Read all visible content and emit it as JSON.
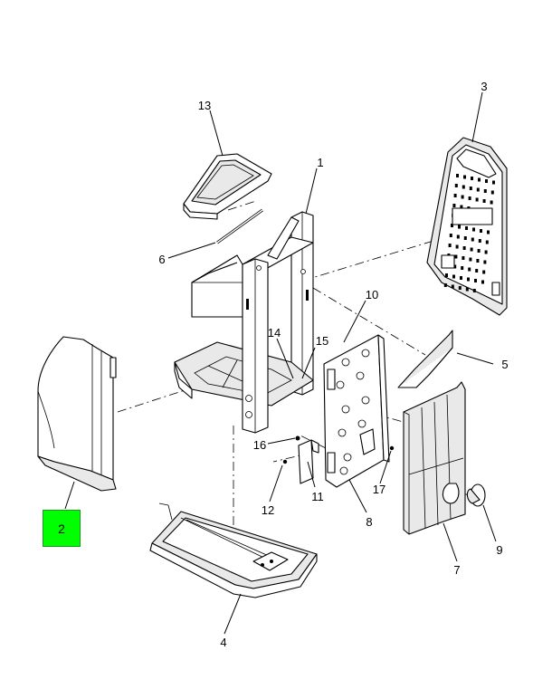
{
  "callouts": {
    "c1": "1",
    "c2": "2",
    "c3": "3",
    "c4": "4",
    "c5": "5",
    "c6": "6",
    "c7": "7",
    "c8": "8",
    "c9": "9",
    "c10": "10",
    "c11": "11",
    "c12": "12",
    "c13": "13",
    "c14": "14",
    "c15": "15",
    "c16": "16",
    "c17": "17"
  },
  "highlight": {
    "label": "2",
    "color": "#00ff00"
  }
}
